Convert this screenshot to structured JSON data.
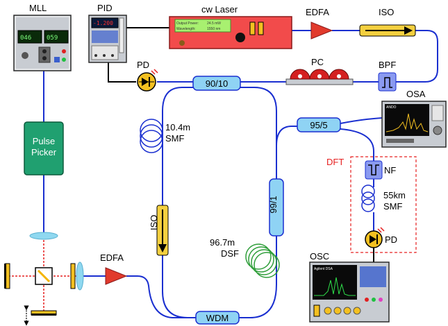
{
  "labels": {
    "mll": "MLL",
    "mll_display_left": "046",
    "mll_display_right": "059",
    "pid": "PID",
    "pid_display": "-1.200",
    "cw_laser": "cw Laser",
    "cw_output_power": "Output Power:",
    "cw_output_power_value": "24.5 mW",
    "cw_wavelength": "Wavelength:",
    "cw_wavelength_value": "1550 nm",
    "edfa_top": "EDFA",
    "iso_top": "ISO",
    "pd_top": "PD",
    "coupler_90_10": "90/10",
    "pc": "PC",
    "bpf": "BPF",
    "osa": "OSA",
    "osa_brand": "ANDO",
    "smf_length": "10.4m",
    "smf": "SMF",
    "coupler_95_5": "95/5",
    "dft": "DFT",
    "nf": "NF",
    "pulse_picker_line1": "Pulse",
    "pulse_picker_line2": "Picker",
    "coupler_99_1": "99/1",
    "iso_loop": "ISO",
    "smf55_length": "55km",
    "smf55": "SMF",
    "pd_bottom": "PD",
    "dsf_length": "96.7m",
    "dsf": "DSF",
    "edfa_bottom": "EDFA",
    "osc": "OSC",
    "osc_brand": "Agilent DSA",
    "wdm": "WDM"
  },
  "colors": {
    "fiber": "#1a2fd0",
    "coupler_fill": "#8fd3f4",
    "pulse_picker": "#20a070",
    "laser_fill": "#f24b4b",
    "edfa": "#e13a2c",
    "iso_fill": "#f4d03f",
    "dsf_coil": "#2f9e3a",
    "dft_border": "#e62020",
    "beam": "#e62020"
  }
}
